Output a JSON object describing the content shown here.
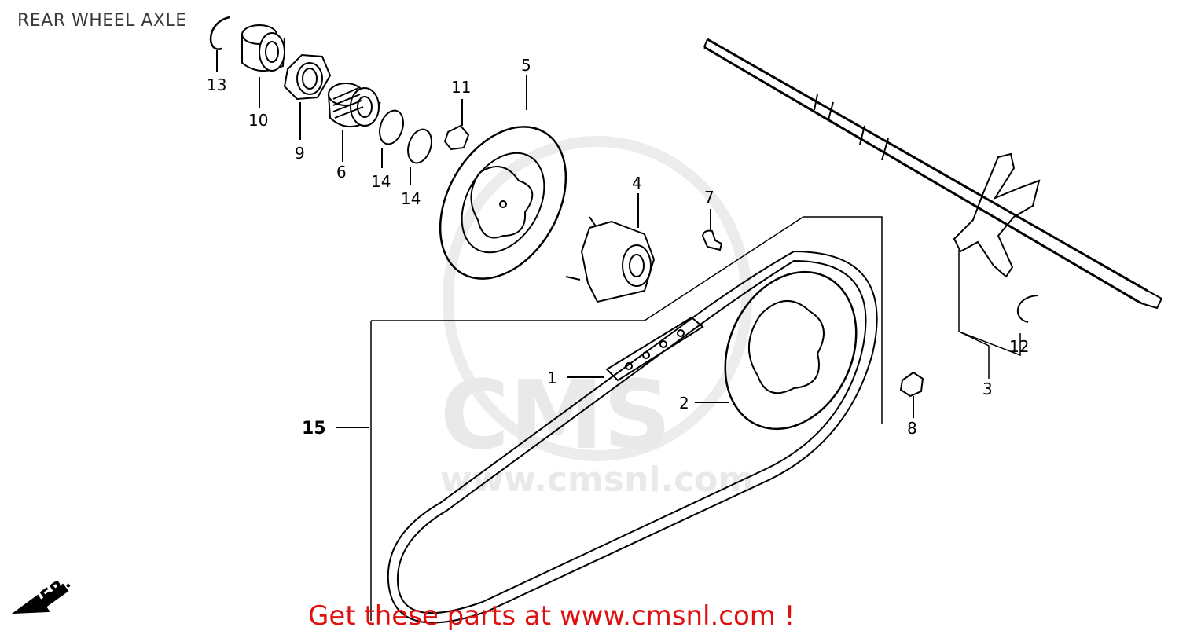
{
  "title": "REAR WHEEL AXLE",
  "promo_text": "Get these parts at www.cmsnl.com !",
  "watermark": {
    "big": "CMS",
    "url": "www.cmsnl.com"
  },
  "front_marker": "FR.",
  "colors": {
    "line": "#000000",
    "promo": "#e01010",
    "watermark": "#e9e9e9",
    "title": "#3a3a3a"
  },
  "callouts": {
    "p1": "1",
    "p2": "2",
    "p3": "3",
    "p4": "4",
    "p5": "5",
    "p6": "6",
    "p7": "7",
    "p8": "8",
    "p9": "9",
    "p10": "10",
    "p11": "11",
    "p12": "12",
    "p13": "13",
    "p14a": "14",
    "p14b": "14",
    "p15": "15"
  }
}
